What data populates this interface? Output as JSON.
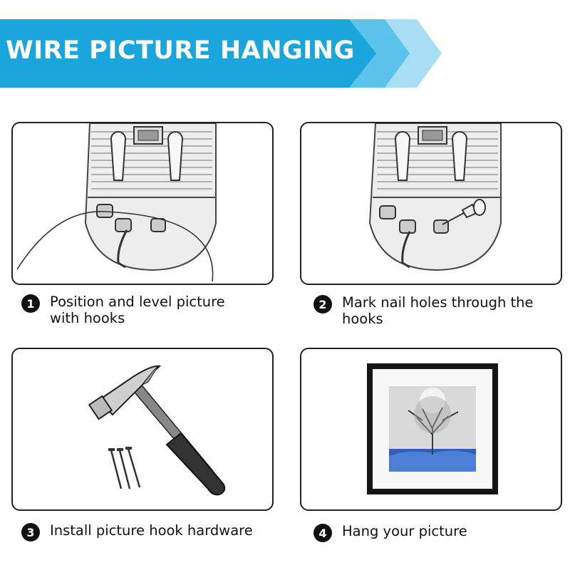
{
  "banner": {
    "title": "WIRE PICTURE HANGING",
    "colors": {
      "main": "#1aa6dc",
      "chevron_mid": "#5cc3ea",
      "chevron_light": "#a8def4"
    }
  },
  "steps": [
    {
      "number": "1",
      "text": "Position and level picture with hooks",
      "illustration": "hanger-back-with-wire"
    },
    {
      "number": "2",
      "text": "Mark nail holes through the hooks",
      "illustration": "hanger-back-with-pushpin"
    },
    {
      "number": "3",
      "text": "Install picture hook hardware",
      "illustration": "hammer-and-nails"
    },
    {
      "number": "4",
      "text": "Hang your picture",
      "illustration": "framed-winter-tree-picture"
    }
  ]
}
